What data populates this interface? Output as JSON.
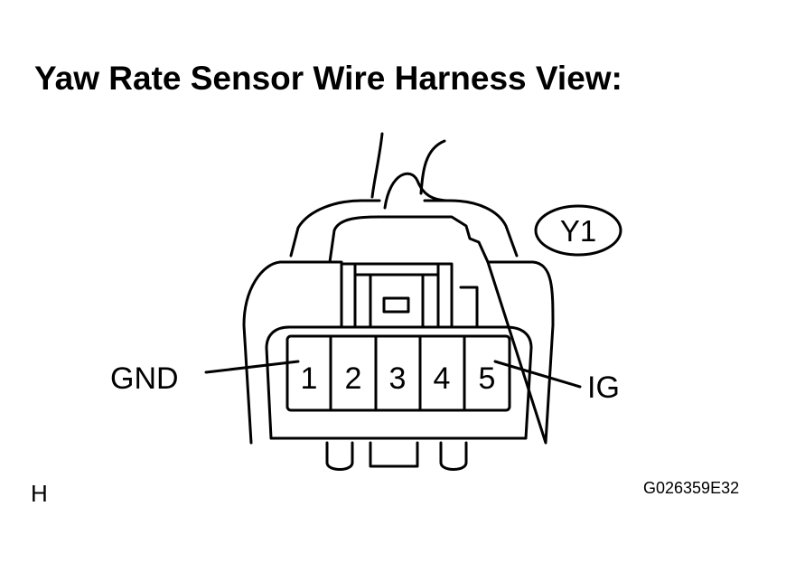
{
  "title": "Yaw Rate Sensor Wire Harness View:",
  "connector": {
    "id": "Y1",
    "pins": [
      "1",
      "2",
      "3",
      "4",
      "5"
    ]
  },
  "labels": {
    "gnd": "GND",
    "ig": "IG"
  },
  "corner_letter": "H",
  "figure_code": "G026359E32"
}
